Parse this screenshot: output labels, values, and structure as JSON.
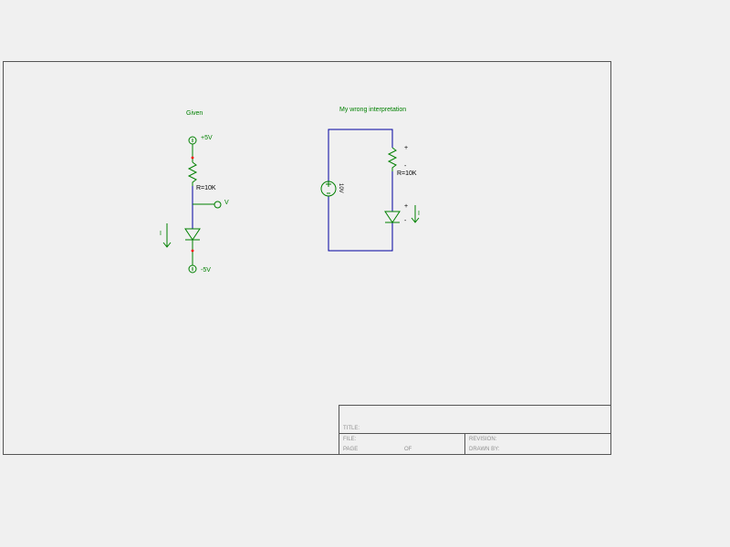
{
  "given": {
    "title": "Given",
    "supply_top": "+5V",
    "resistor": "R=10K",
    "node_v": "V",
    "current": "I",
    "supply_bottom": "-5V"
  },
  "interpretation": {
    "title": "My wrong interpretation",
    "source": "10V",
    "resistor": "R=10K",
    "plus_1": "+",
    "minus_1": "-",
    "plus_2": "+",
    "minus_2": "-",
    "current": "I"
  },
  "title_block": {
    "title": "TITLE:",
    "file": "FILE:",
    "revision": "REVISION:",
    "page": "PAGE",
    "of": "OF",
    "drawn_by": "DRAWN BY:"
  },
  "colors": {
    "component": "#008000",
    "wire": "#0000a0",
    "junction": "#ff0000",
    "border": "#555555"
  }
}
